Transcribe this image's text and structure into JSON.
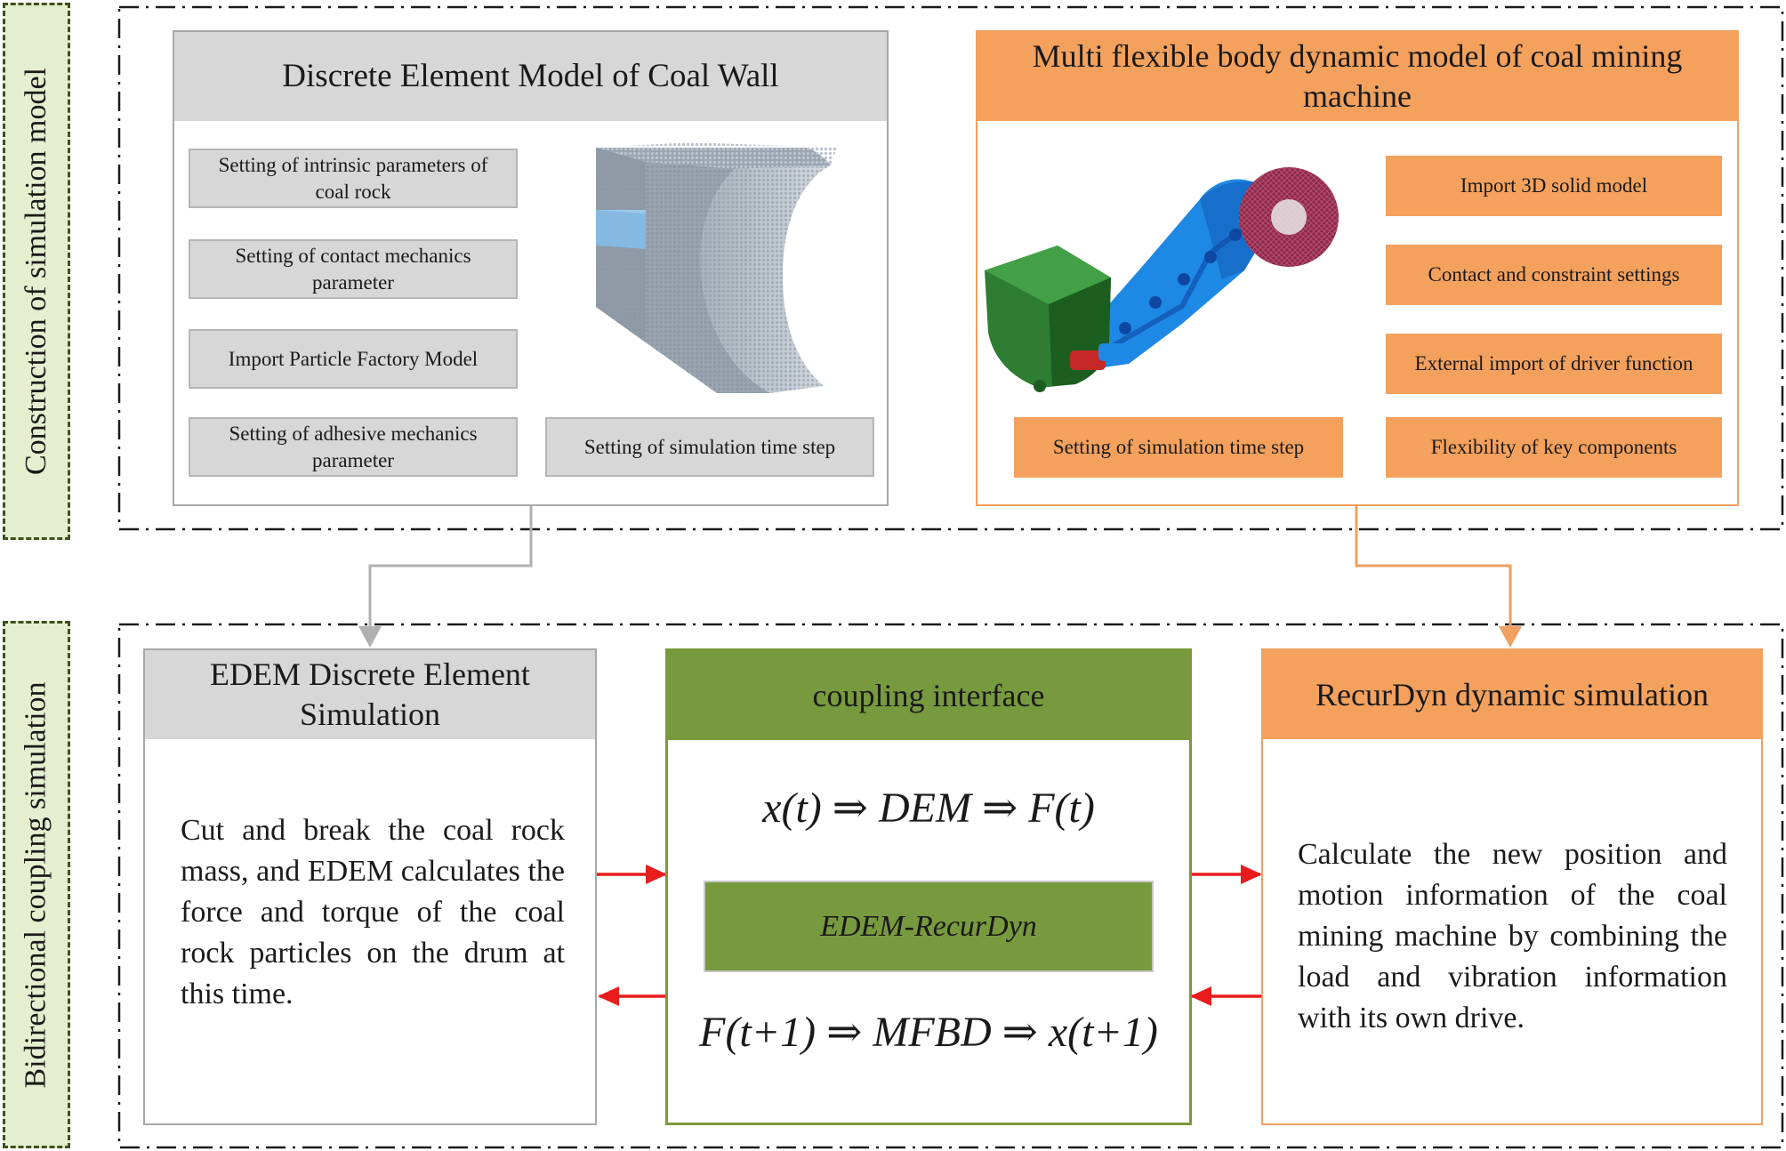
{
  "side_labels": {
    "top": "Construction of simulation model",
    "bottom": "Bidirectional coupling simulation"
  },
  "dem_model": {
    "title": "Discrete Element Model of Coal Wall",
    "items": [
      "Setting of intrinsic parameters of coal rock",
      "Setting of contact mechanics parameter",
      "Import Particle Factory Model",
      "Setting of adhesive mechanics parameter",
      "Setting of simulation time step"
    ]
  },
  "mfbd_model": {
    "title": "Multi flexible body dynamic model of coal mining machine",
    "items": [
      "Import 3D solid model",
      "Contact and constraint settings",
      "External import of driver function",
      "Setting of simulation time step",
      "Flexibility of key components"
    ]
  },
  "edem_sim": {
    "title": "EDEM Discrete Element Simulation",
    "text": "Cut and break the coal rock mass, and EDEM calculates the force and torque of the coal rock particles on the drum at this time."
  },
  "coupling": {
    "title": "coupling interface",
    "formula_top": "x(t) ⇒ DEM ⇒ F(t)",
    "bridge": "EDEM-RecurDyn",
    "formula_bottom": "F(t+1) ⇒ MFBD ⇒ x(t+1)"
  },
  "recurdyn_sim": {
    "title": "RecurDyn dynamic simulation",
    "text": "Calculate the new position and motion information of the coal mining machine by combining the load and vibration information with its own drive."
  },
  "colors": {
    "orange": "#f4a15e",
    "gray": "#d7d7d7",
    "green": "#789a3e",
    "arrow_red": "#e81c1c"
  }
}
